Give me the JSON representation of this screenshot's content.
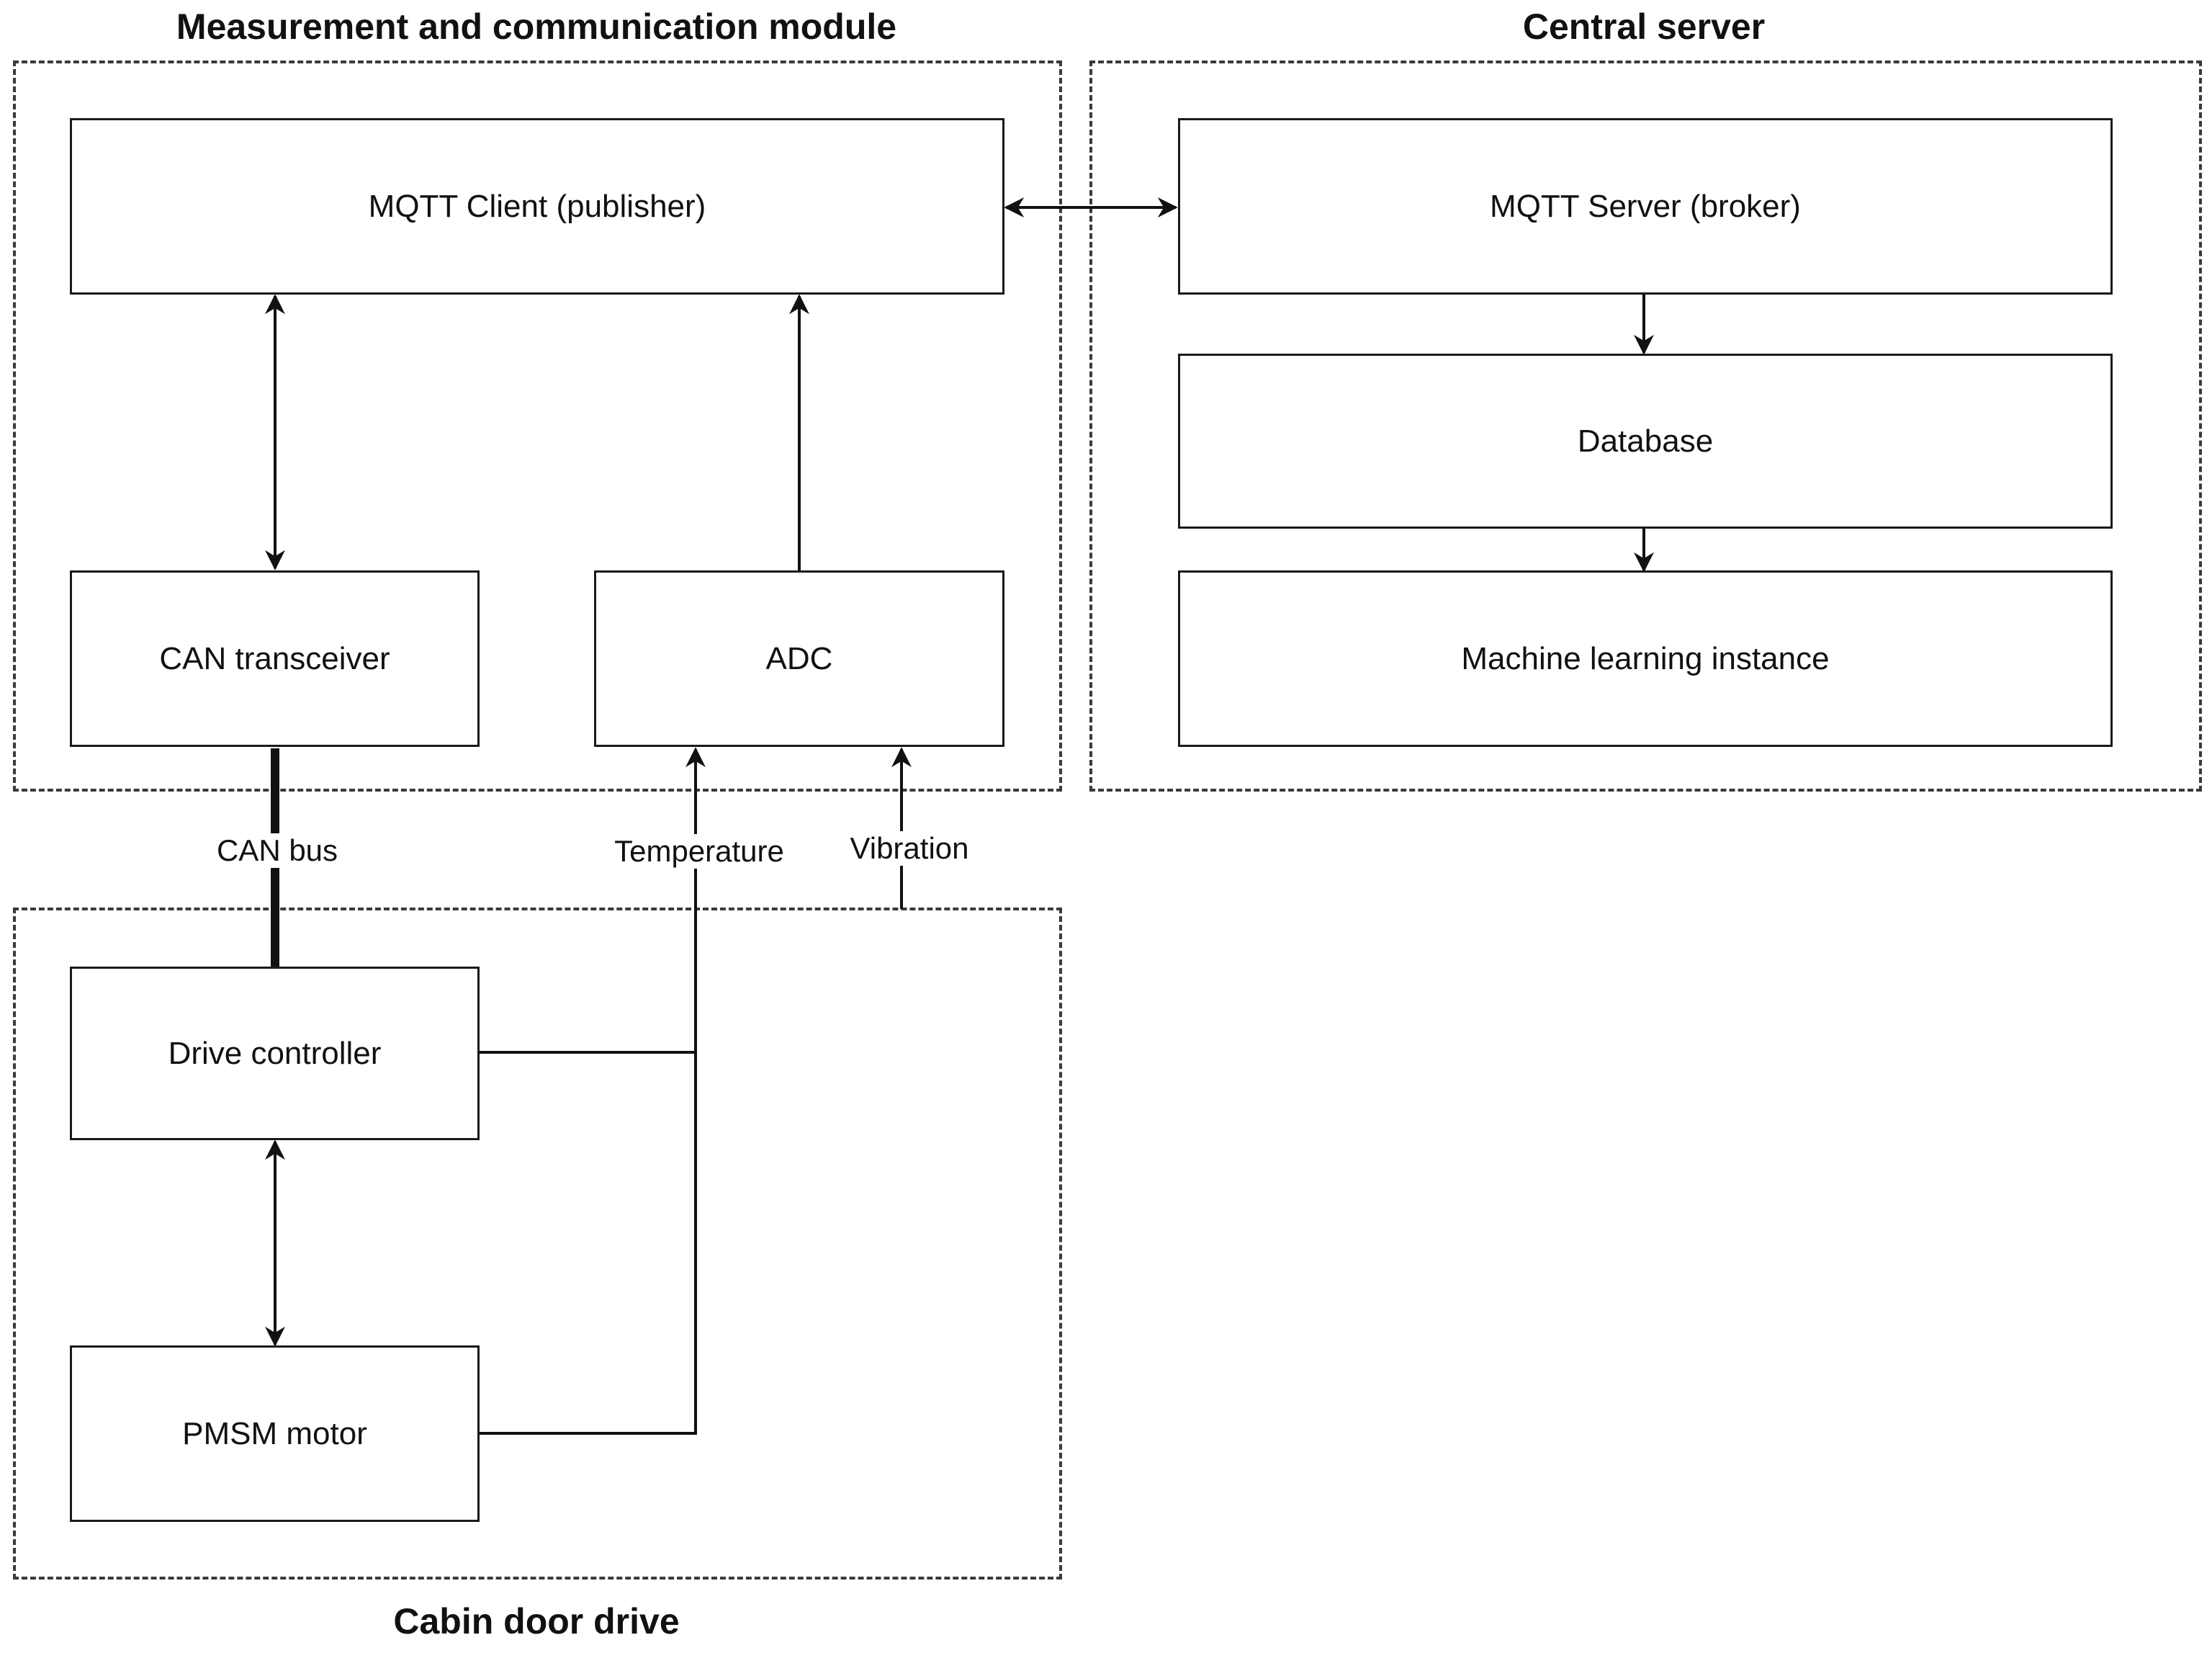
{
  "groups": {
    "measurement": "Measurement and communication module",
    "central": "Central server",
    "cabin": "Cabin door drive"
  },
  "nodes": {
    "mqtt_client": "MQTT Client (publisher)",
    "can_transceiver": "CAN transceiver",
    "adc": "ADC",
    "mqtt_server": "MQTT Server (broker)",
    "database": "Database",
    "ml_instance": "Machine learning instance",
    "drive_controller": "Drive controller",
    "pmsm_motor": "PMSM motor"
  },
  "edge_labels": {
    "can_bus": "CAN bus",
    "temperature": "Temperature",
    "vibration": "Vibration"
  }
}
